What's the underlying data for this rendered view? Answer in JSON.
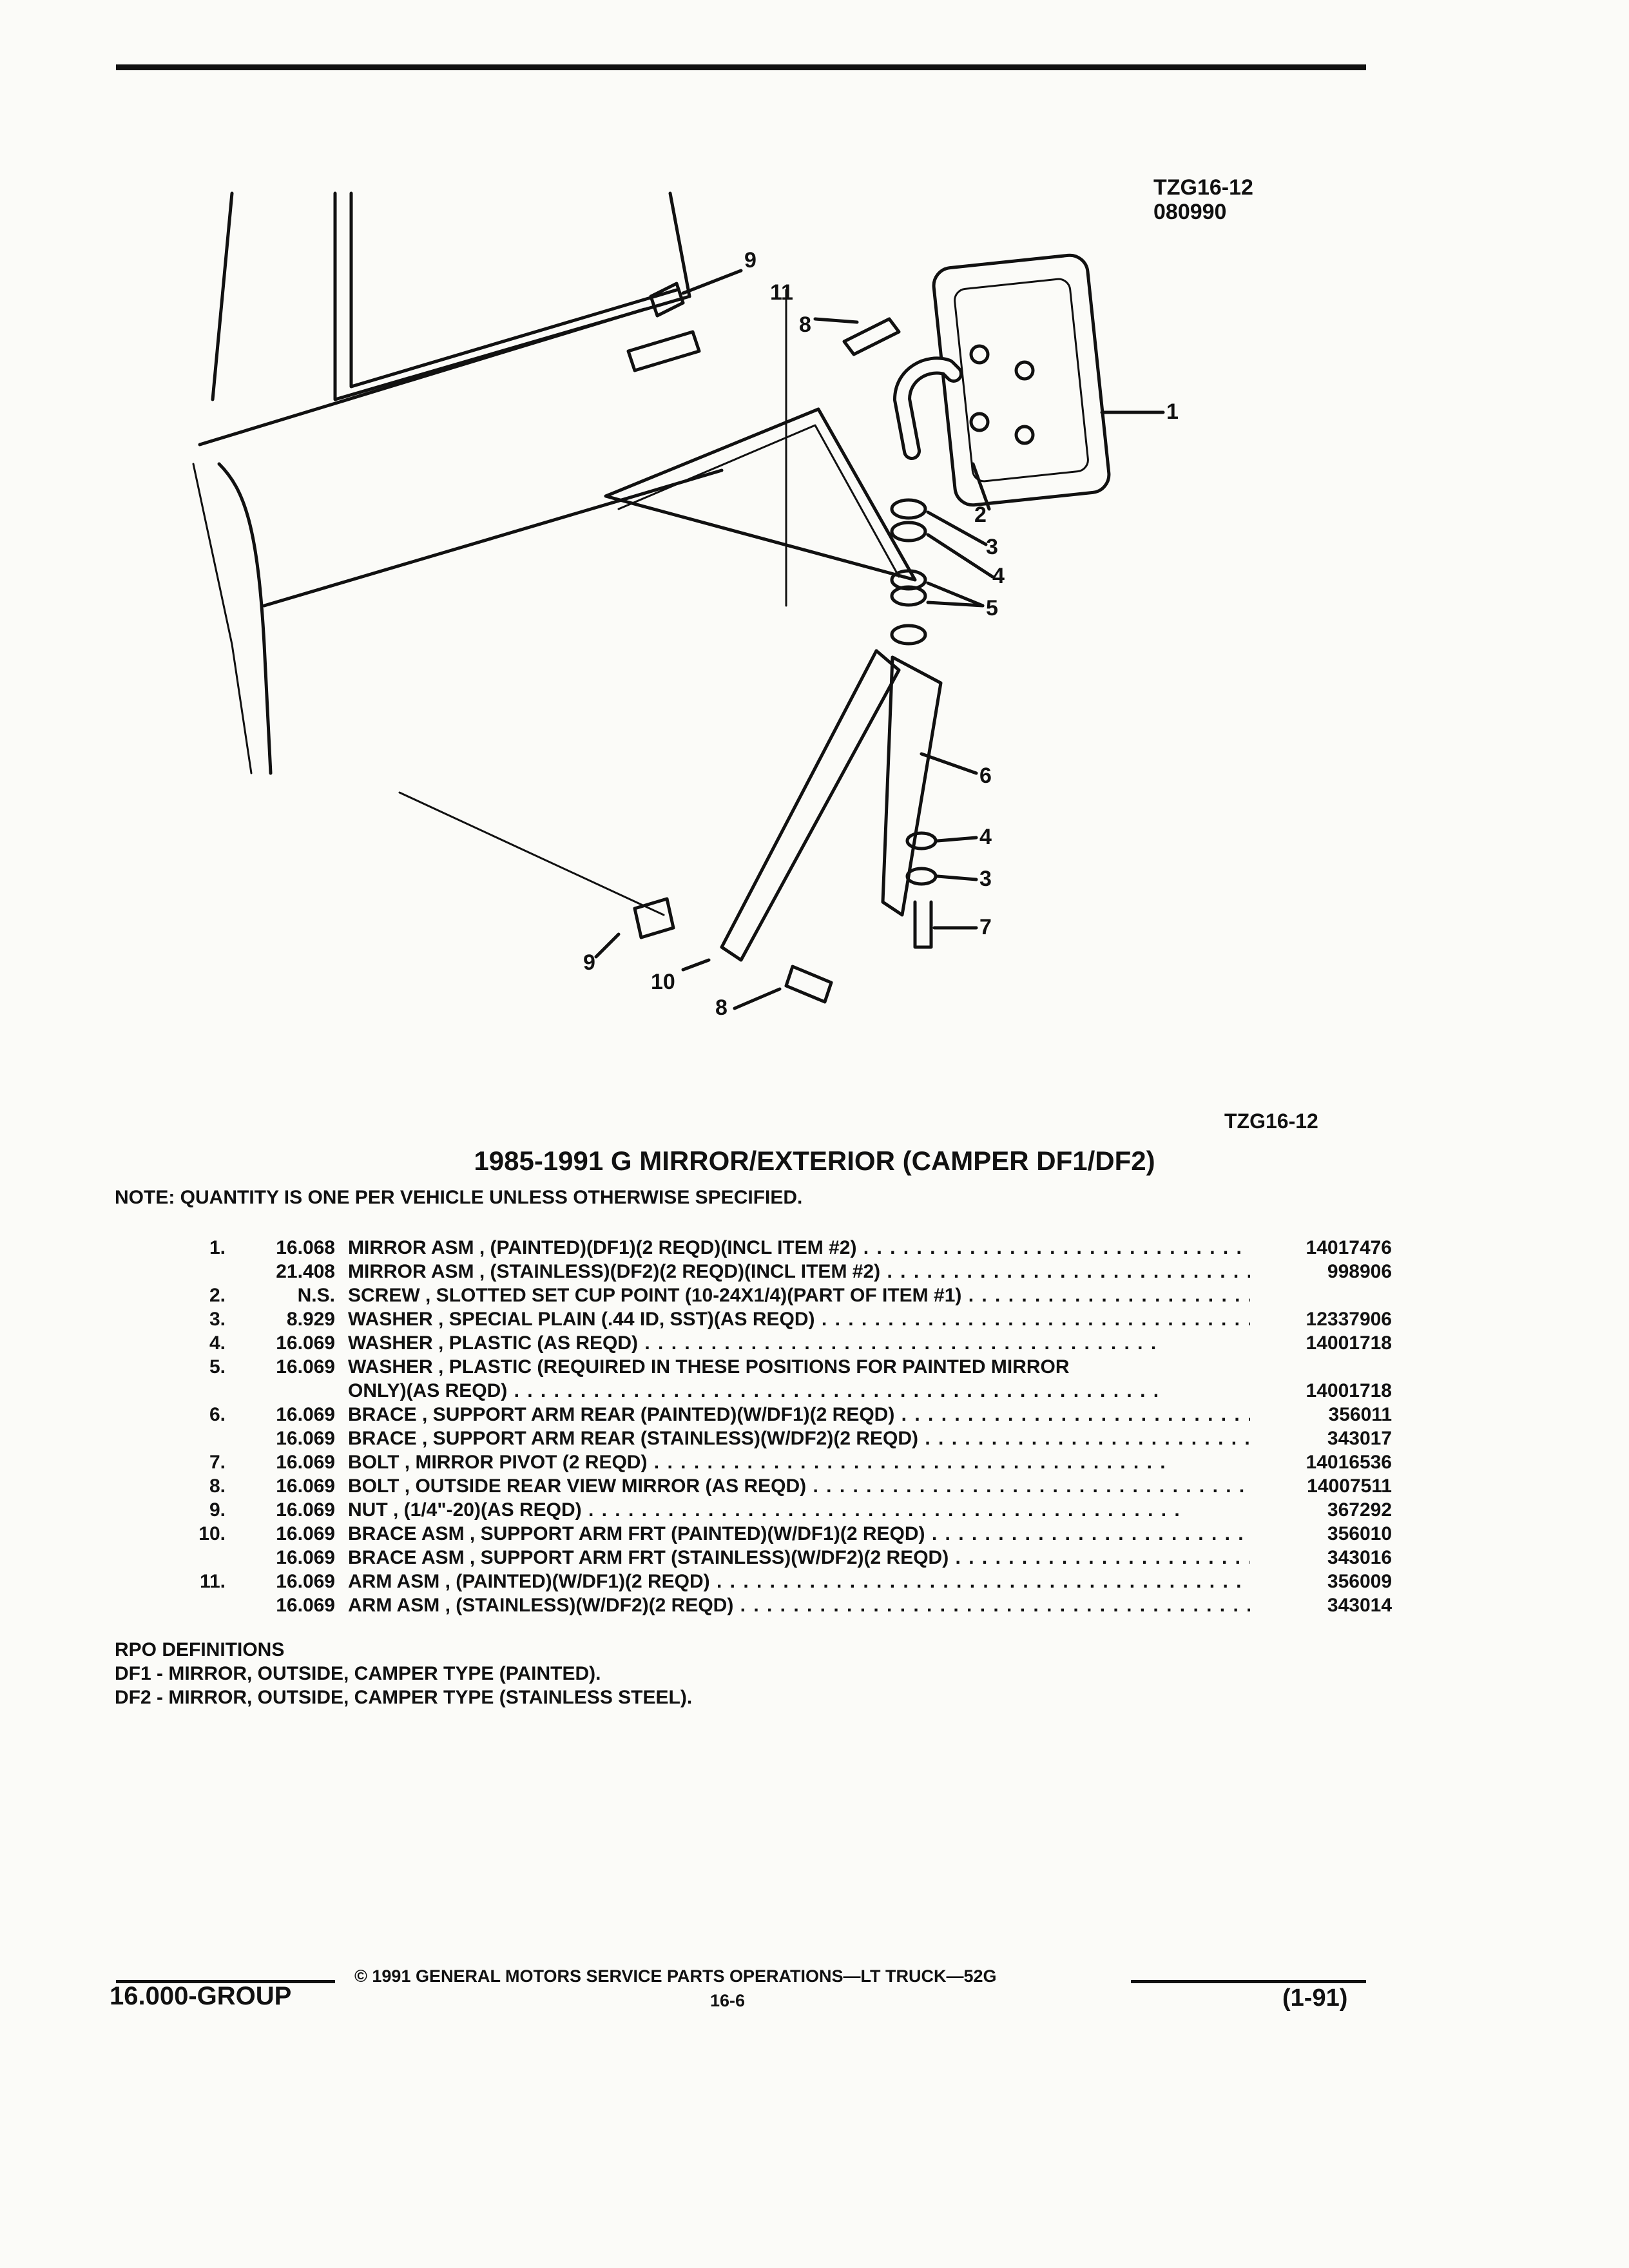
{
  "figure": {
    "code_top": "TZG16-12",
    "date_code": "080990",
    "code_bottom": "TZG16-12",
    "callouts": [
      "1",
      "2",
      "3",
      "4",
      "5",
      "6",
      "4",
      "3",
      "7",
      "8",
      "9",
      "10",
      "11",
      "8",
      "9"
    ]
  },
  "title": "1985-1991 G MIRROR/EXTERIOR (CAMPER DF1/DF2)",
  "note": "NOTE: QUANTITY IS ONE PER VEHICLE UNLESS OTHERWISE SPECIFIED.",
  "parts": [
    {
      "no": "1.",
      "ref": "16.068",
      "name": "MIRROR ASM",
      "desc": ", (PAINTED)(DF1)(2 REQD)(INCL ITEM #2)",
      "part": "14017476"
    },
    {
      "no": "",
      "ref": "21.408",
      "name": "MIRROR ASM",
      "desc": ", (STAINLESS)(DF2)(2 REQD)(INCL ITEM #2)",
      "part": "998906"
    },
    {
      "no": "2.",
      "ref": "N.S.",
      "name": "SCREW",
      "desc": ", SLOTTED SET CUP POINT (10-24X1/4)(PART OF ITEM #1)",
      "part": ""
    },
    {
      "no": "3.",
      "ref": "8.929",
      "name": "WASHER",
      "desc": ", SPECIAL PLAIN (.44 ID, SST)(AS REQD)",
      "part": "12337906"
    },
    {
      "no": "4.",
      "ref": "16.069",
      "name": "WASHER",
      "desc": ", PLASTIC (AS REQD)",
      "part": "14001718"
    },
    {
      "no": "5.",
      "ref": "16.069",
      "name": "WASHER",
      "desc": ", PLASTIC (REQUIRED IN THESE POSITIONS FOR PAINTED MIRROR",
      "part": ""
    },
    {
      "no": "",
      "ref": "",
      "name": "",
      "desc": "ONLY)(AS REQD)",
      "part": "14001718"
    },
    {
      "no": "6.",
      "ref": "16.069",
      "name": "BRACE",
      "desc": ", SUPPORT ARM REAR (PAINTED)(W/DF1)(2 REQD)",
      "part": "356011"
    },
    {
      "no": "",
      "ref": "16.069",
      "name": "BRACE",
      "desc": ", SUPPORT ARM REAR (STAINLESS)(W/DF2)(2 REQD)",
      "part": "343017"
    },
    {
      "no": "7.",
      "ref": "16.069",
      "name": "BOLT",
      "desc": ", MIRROR PIVOT (2 REQD)",
      "part": "14016536"
    },
    {
      "no": "8.",
      "ref": "16.069",
      "name": "BOLT",
      "desc": ", OUTSIDE REAR VIEW MIRROR (AS REQD)",
      "part": "14007511"
    },
    {
      "no": "9.",
      "ref": "16.069",
      "name": "NUT",
      "desc": ", (1/4\"-20)(AS REQD)",
      "part": "367292"
    },
    {
      "no": "10.",
      "ref": "16.069",
      "name": "BRACE ASM",
      "desc": ", SUPPORT ARM FRT (PAINTED)(W/DF1)(2 REQD)",
      "part": "356010"
    },
    {
      "no": "",
      "ref": "16.069",
      "name": "BRACE ASM",
      "desc": ", SUPPORT ARM FRT (STAINLESS)(W/DF2)(2 REQD)",
      "part": "343016"
    },
    {
      "no": "11.",
      "ref": "16.069",
      "name": "ARM ASM",
      "desc": ", (PAINTED)(W/DF1)(2 REQD)",
      "part": "356009"
    },
    {
      "no": "",
      "ref": "16.069",
      "name": "ARM ASM",
      "desc": ", (STAINLESS)(W/DF2)(2 REQD)",
      "part": "343014"
    }
  ],
  "rpo": {
    "heading": "RPO DEFINITIONS",
    "lines": [
      "DF1 - MIRROR, OUTSIDE, CAMPER TYPE (PAINTED).",
      "DF2 - MIRROR, OUTSIDE, CAMPER TYPE (STAINLESS STEEL)."
    ]
  },
  "footer": {
    "copyright": "© 1991 GENERAL MOTORS SERVICE PARTS OPERATIONS—LT TRUCK—52G",
    "page": "16-6",
    "group": "16.000-GROUP",
    "date": "(1-91)"
  }
}
